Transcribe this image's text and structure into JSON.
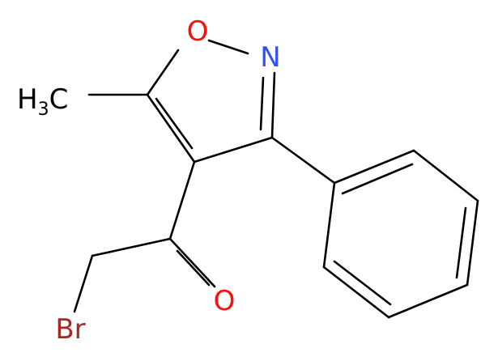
{
  "molecule": {
    "atoms": {
      "oxygen_ring": {
        "text": "O",
        "color": "#ff0d0d"
      },
      "nitrogen": {
        "text": "N",
        "color": "#3050f8"
      },
      "methyl": {
        "text": "H",
        "sub": "3",
        "tail": "C",
        "color": "#000000"
      },
      "oxygen_carbonyl": {
        "text": "O",
        "color": "#ff0d0d"
      },
      "bromine": {
        "text": "Br",
        "color": "#a62929"
      }
    },
    "bond_color": "#000000"
  }
}
